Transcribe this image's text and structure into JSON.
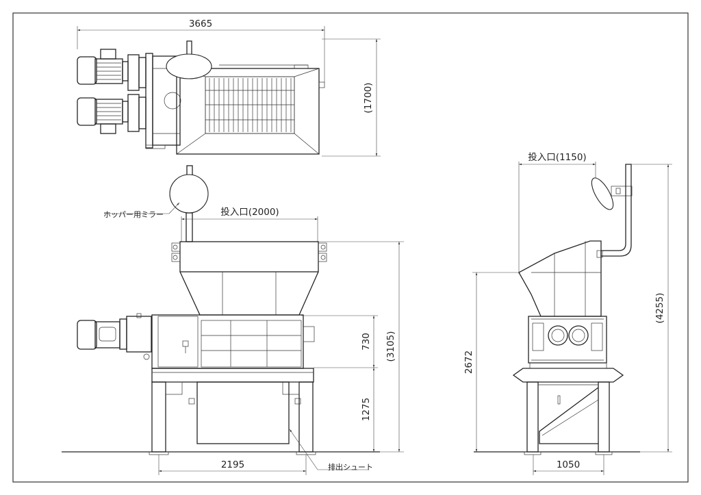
{
  "dimensions": {
    "top_width": "3665",
    "top_depth": "(1700)",
    "front_inlet": "投入口(2000)",
    "front_body_height": "730",
    "front_total_height": "(3105)",
    "front_leg_height": "1275",
    "front_base_width": "2195",
    "side_inlet": "投入口(1150)",
    "side_height_left": "2672",
    "side_total_height": "(4255)",
    "side_base_width": "1050"
  },
  "labels": {
    "hopper_mirror": "ホッパー用ミラー",
    "discharge_chute": "排出シュート"
  },
  "colors": {
    "line": "#222222",
    "background": "#ffffff"
  }
}
